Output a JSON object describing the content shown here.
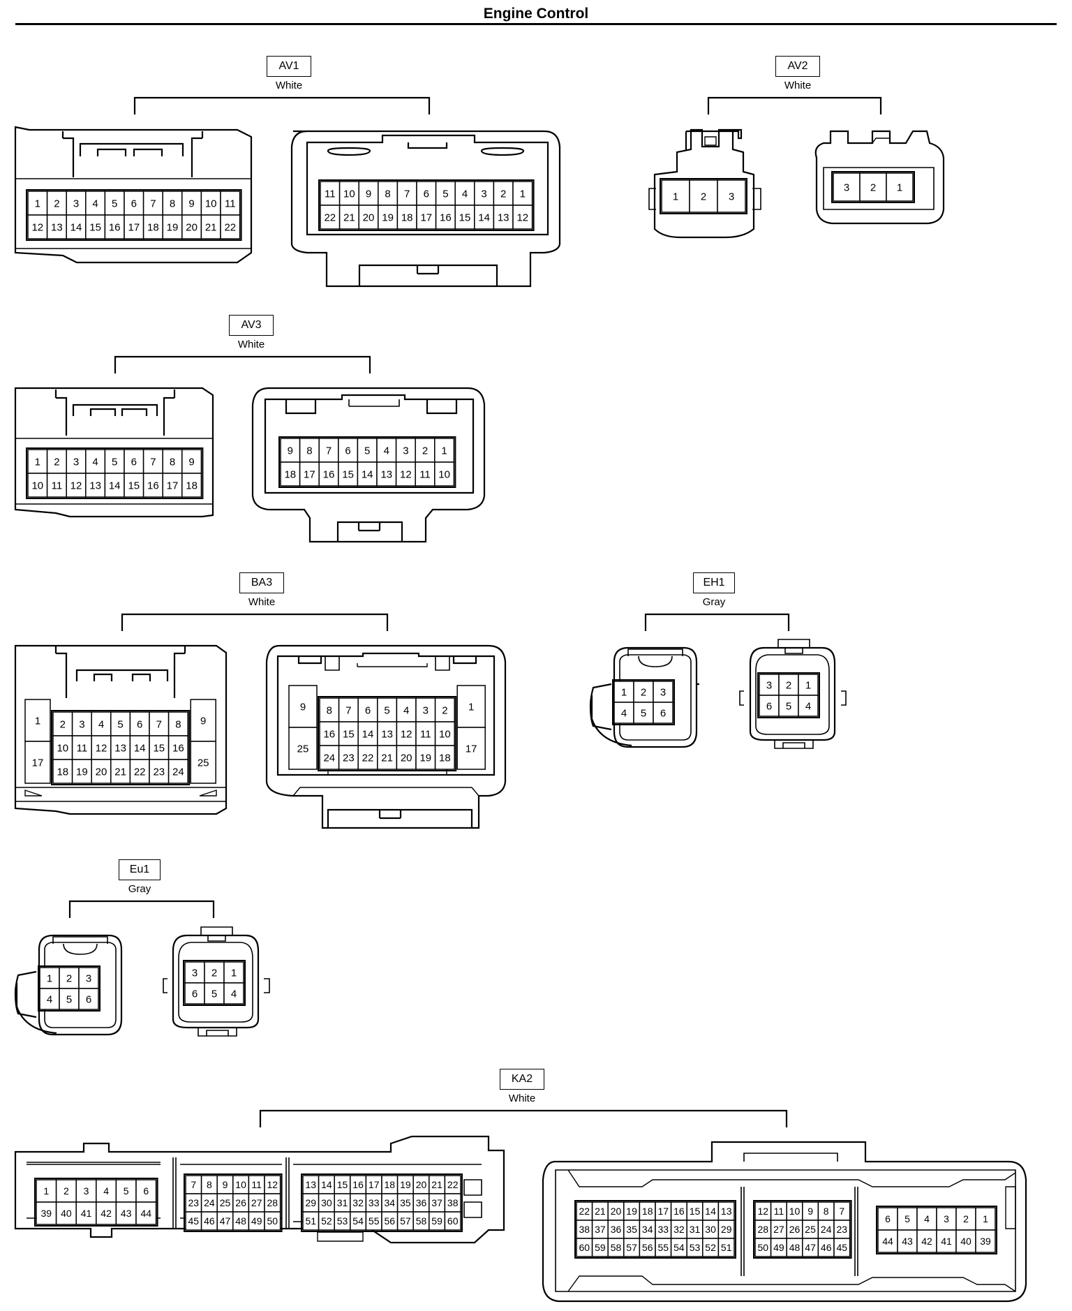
{
  "page": {
    "title": "Engine Control"
  },
  "connectors": [
    {
      "id": "AV1",
      "code": "AV1",
      "color": "White",
      "views": [
        {
          "rows": [
            [
              "1",
              "2",
              "3",
              "4",
              "5",
              "6",
              "7",
              "8",
              "9",
              "10",
              "11"
            ],
            [
              "12",
              "13",
              "14",
              "15",
              "16",
              "17",
              "18",
              "19",
              "20",
              "21",
              "22"
            ]
          ]
        },
        {
          "rows": [
            [
              "11",
              "10",
              "9",
              "8",
              "7",
              "6",
              "5",
              "4",
              "3",
              "2",
              "1"
            ],
            [
              "22",
              "21",
              "20",
              "19",
              "18",
              "17",
              "16",
              "15",
              "14",
              "13",
              "12"
            ]
          ]
        }
      ]
    },
    {
      "id": "AV2",
      "code": "AV2",
      "color": "White",
      "views": [
        {
          "rows": [
            [
              "1",
              "2",
              "3"
            ]
          ]
        },
        {
          "rows": [
            [
              "3",
              "2",
              "1"
            ]
          ]
        }
      ]
    },
    {
      "id": "AV3",
      "code": "AV3",
      "color": "White",
      "views": [
        {
          "rows": [
            [
              "1",
              "2",
              "3",
              "4",
              "5",
              "6",
              "7",
              "8",
              "9"
            ],
            [
              "10",
              "11",
              "12",
              "13",
              "14",
              "15",
              "16",
              "17",
              "18"
            ]
          ]
        },
        {
          "rows": [
            [
              "9",
              "8",
              "7",
              "6",
              "5",
              "4",
              "3",
              "2",
              "1"
            ],
            [
              "18",
              "17",
              "16",
              "15",
              "14",
              "13",
              "12",
              "11",
              "10"
            ]
          ]
        }
      ]
    },
    {
      "id": "BA3",
      "code": "BA3",
      "color": "White",
      "views": [
        {
          "left": [
            "1",
            "17"
          ],
          "rows": [
            [
              "2",
              "3",
              "4",
              "5",
              "6",
              "7",
              "8"
            ],
            [
              "10",
              "11",
              "12",
              "13",
              "14",
              "15",
              "16"
            ],
            [
              "18",
              "19",
              "20",
              "21",
              "22",
              "23",
              "24"
            ]
          ],
          "right": [
            "9",
            "25"
          ]
        },
        {
          "left": [
            "9",
            "25"
          ],
          "rows": [
            [
              "8",
              "7",
              "6",
              "5",
              "4",
              "3",
              "2"
            ],
            [
              "16",
              "15",
              "14",
              "13",
              "12",
              "11",
              "10"
            ],
            [
              "24",
              "23",
              "22",
              "21",
              "20",
              "19",
              "18"
            ]
          ],
          "right": [
            "1",
            "17"
          ]
        }
      ]
    },
    {
      "id": "EH1",
      "code": "EH1",
      "color": "Gray",
      "views": [
        {
          "rows": [
            [
              "1",
              "2",
              "3"
            ],
            [
              "4",
              "5",
              "6"
            ]
          ]
        },
        {
          "rows": [
            [
              "3",
              "2",
              "1"
            ],
            [
              "6",
              "5",
              "4"
            ]
          ]
        }
      ]
    },
    {
      "id": "EU1",
      "code": "Eu1",
      "color": "Gray",
      "views": [
        {
          "rows": [
            [
              "1",
              "2",
              "3"
            ],
            [
              "4",
              "5",
              "6"
            ]
          ]
        },
        {
          "rows": [
            [
              "3",
              "2",
              "1"
            ],
            [
              "6",
              "5",
              "4"
            ]
          ]
        }
      ]
    },
    {
      "id": "KA2",
      "code": "KA2",
      "color": "White",
      "views": [
        {
          "blocks": [
            {
              "rows": [
                [
                  "1",
                  "2",
                  "3",
                  "4",
                  "5",
                  "6"
                ],
                [
                  "39",
                  "40",
                  "41",
                  "42",
                  "43",
                  "44"
                ]
              ]
            },
            {
              "rows": [
                [
                  "7",
                  "8",
                  "9",
                  "10",
                  "11",
                  "12"
                ],
                [
                  "23",
                  "24",
                  "25",
                  "26",
                  "27",
                  "28"
                ],
                [
                  "45",
                  "46",
                  "47",
                  "48",
                  "49",
                  "50"
                ]
              ]
            },
            {
              "rows": [
                [
                  "13",
                  "14",
                  "15",
                  "16",
                  "17",
                  "18",
                  "19",
                  "20",
                  "21",
                  "22"
                ],
                [
                  "29",
                  "30",
                  "31",
                  "32",
                  "33",
                  "34",
                  "35",
                  "36",
                  "37",
                  "38"
                ],
                [
                  "51",
                  "52",
                  "53",
                  "54",
                  "55",
                  "56",
                  "57",
                  "58",
                  "59",
                  "60"
                ]
              ]
            }
          ]
        },
        {
          "blocks": [
            {
              "rows": [
                [
                  "22",
                  "21",
                  "20",
                  "19",
                  "18",
                  "17",
                  "16",
                  "15",
                  "14",
                  "13"
                ],
                [
                  "38",
                  "37",
                  "36",
                  "35",
                  "34",
                  "33",
                  "32",
                  "31",
                  "30",
                  "29"
                ],
                [
                  "60",
                  "59",
                  "58",
                  "57",
                  "56",
                  "55",
                  "54",
                  "53",
                  "52",
                  "51"
                ]
              ]
            },
            {
              "rows": [
                [
                  "12",
                  "11",
                  "10",
                  "9",
                  "8",
                  "7"
                ],
                [
                  "28",
                  "27",
                  "26",
                  "25",
                  "24",
                  "23"
                ],
                [
                  "50",
                  "49",
                  "48",
                  "47",
                  "46",
                  "45"
                ]
              ]
            },
            {
              "rows": [
                [
                  "6",
                  "5",
                  "4",
                  "3",
                  "2",
                  "1"
                ],
                [
                  "44",
                  "43",
                  "42",
                  "41",
                  "40",
                  "39"
                ]
              ]
            }
          ]
        }
      ]
    }
  ]
}
